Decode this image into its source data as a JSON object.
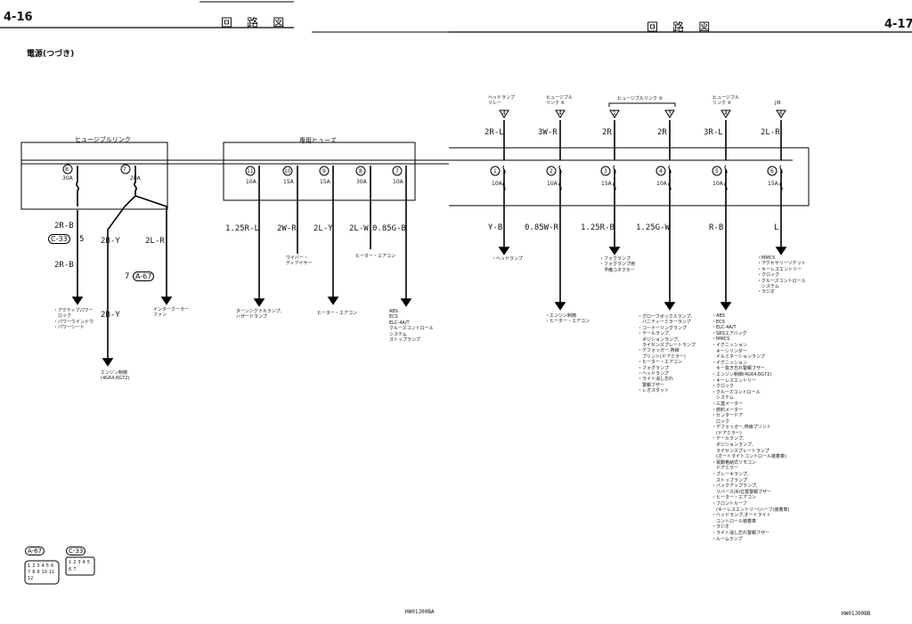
{
  "header": {
    "page_left": "4-16",
    "page_right": "4-17",
    "title_left": "回 路 図",
    "title_right": "回 路 図",
    "subtitle": "電源(つづき)"
  },
  "footer": {
    "code_left": "HW01J00BA",
    "code_right": "HW01J00BB"
  },
  "left": {
    "fusible_link_box": "ヒュージブルリンク",
    "dedicated_fuse_box": "専用ヒューズ",
    "fl_fuses": [
      {
        "num": "8",
        "amp": "30A"
      },
      {
        "num": "7",
        "amp": "20A"
      }
    ],
    "fuses": [
      {
        "num": "11",
        "amp": "10A"
      },
      {
        "num": "10",
        "amp": "15A"
      },
      {
        "num": "9",
        "amp": "15A"
      },
      {
        "num": "8",
        "amp": "30A"
      },
      {
        "num": "7",
        "amp": "10A"
      }
    ],
    "wires": {
      "w1": "2R-B",
      "w2": "2R-B",
      "w3": "2B-Y",
      "w4": "2B-Y",
      "w5": "2L-R",
      "w6": "1.25R-L",
      "w7": "2W-R",
      "w8": "2L-Y",
      "w9": "2L-W",
      "w10": "0.85G-B"
    },
    "connectors": {
      "c33": "C-33",
      "c33_pin": "5",
      "a67": "A-67",
      "a67_pin": "7"
    },
    "dest": {
      "d1": [
        "・アクティブパワー",
        "　ロック",
        "・パワーウインドウ",
        "・パワーシート"
      ],
      "d2": [
        "エンジン制御",
        "(4G64,6G72)"
      ],
      "d3": [
        "インタークーラー",
        "ファン"
      ],
      "d4": [
        "ターンシグナルランプ,",
        "ハザードランプ"
      ],
      "d5": [
        "ワイパー・",
        "ディアイサー"
      ],
      "d6": [
        "ヒーター・エアコン"
      ],
      "d7": [
        "ヒーター・エアコン"
      ],
      "d8": [
        "ABS",
        "ECS",
        "ELC-4A/T",
        "クルーズコントロール",
        "システム",
        "ストップランプ"
      ]
    }
  },
  "right": {
    "sources": [
      {
        "label": [
          "ヘッドランプ",
          "リレー"
        ]
      },
      {
        "label": [
          "ヒュージブル",
          "リンク ⑥"
        ]
      },
      {
        "label": [
          "ヒュージブルリンク ⑩"
        ]
      },
      {
        "label": [
          "ヒュージブル",
          "リンク ④"
        ]
      },
      {
        "label": [
          "J/B"
        ]
      }
    ],
    "src_codes": [
      "4",
      "4",
      "1",
      "3",
      "4",
      "6"
    ],
    "top_wires": [
      "2R-L",
      "3W-R",
      "2R",
      "2R",
      "3R-L",
      "2L-R"
    ],
    "fuses": [
      {
        "num": "1",
        "amp": "10A"
      },
      {
        "num": "2",
        "amp": "10A"
      },
      {
        "num": "3",
        "amp": "15A"
      },
      {
        "num": "4",
        "amp": "10A"
      },
      {
        "num": "5",
        "amp": "10A"
      },
      {
        "num": "6",
        "amp": "15A"
      }
    ],
    "bottom_wires": [
      "Y-B",
      "0.85W-R",
      "1.25R-B",
      "1.25G-W",
      "R-B",
      "L"
    ],
    "dest": {
      "d1": [
        "・ヘッドランプ"
      ],
      "d2": [
        "・フォグランプ",
        "・フォグランプ用",
        "　予備コネクター"
      ],
      "d3": [
        "・エンジン制御",
        "・ヒーター・エアコン"
      ],
      "d4": [
        "・グローブボックスランプ,",
        "　バニティーミラーランプ",
        "・コーナーリングランプ",
        "・テールランプ,",
        "　ポジションランプ,",
        "　ライセンスプレートランプ",
        "・デフォッガー,熱線",
        "　プリント(ドアミラー)",
        "・ヒーター・エアコン",
        "・フォグランプ",
        "・ヘッドランプ",
        "・ライト消し忘れ",
        "　警報ブザー",
        "・レオスタット"
      ],
      "d5": [
        "・ABS",
        "・ECS",
        "・ELC-4A/T",
        "・SRSエアバッグ",
        "・MMCS",
        "・イグニッション",
        "　キーシリンダー",
        "　イルミネーションランプ",
        "・イグニッション",
        "　キー抜き忘れ警報ブザー",
        "・エンジン制御(4G64,6G72)",
        "・キーレスエントリー",
        "・クロック",
        "・クルーズコントロール",
        "　システム",
        "・三連メーター",
        "・燃料メーター",
        "・センタードア",
        "　ロック",
        "・デフォッガー,熱線プリント",
        "　(ドアミラー)",
        "・テールランプ,",
        "　ポジションランプ,",
        "　ライセンスプレートランプ",
        "　(オートライトコントロール装着車)",
        "・電動格納式リモコン",
        "　ドアミラー",
        "・ブレーキランプ,",
        "　ストップランプ",
        "・バックアップランプ,",
        "　リバース(R)位置警報ブザー",
        "・ヒーター・エアコン",
        "・フロントルーフ",
        "　(キーレスエントリー(ハーフ)装着車)",
        "・ヘッドランプ,オートライト",
        "　コントロール装着車",
        "・ラジオ",
        "・ライト消し忘れ警報ブザー",
        "・ルームランプ"
      ],
      "d6": [
        "・MMCS",
        "・アクセサリーソケット",
        "・キーレスエントリー",
        "・クロック",
        "・クルーズコントロール",
        "　システム",
        "・ラジオ"
      ]
    }
  },
  "legend": {
    "a67": "A-67",
    "c33": "C-33",
    "a67_pins": [
      "1",
      "2",
      "3",
      "4",
      "5",
      "6",
      "7",
      "8",
      "9",
      "10",
      "11",
      "12"
    ],
    "c33_pins": [
      "1",
      "2",
      "3",
      "4",
      "5",
      "6",
      "7"
    ]
  }
}
